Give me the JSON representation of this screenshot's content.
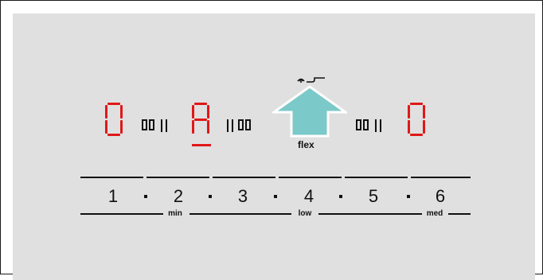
{
  "display": {
    "left_zone_value": "0",
    "center_zone_value": "A",
    "right_zone_value": "0",
    "flex_label": "flex",
    "segment_color": "#e01818",
    "arrow_color": "#7cc9c9"
  },
  "scale": {
    "levels": [
      "1",
      "2",
      "3",
      "4",
      "5",
      "6"
    ],
    "tags": {
      "min": "min",
      "low": "low",
      "med": "med"
    }
  },
  "icons": {
    "wifi": "wifi-signal-icon",
    "arrow": "up-arrow-icon"
  }
}
